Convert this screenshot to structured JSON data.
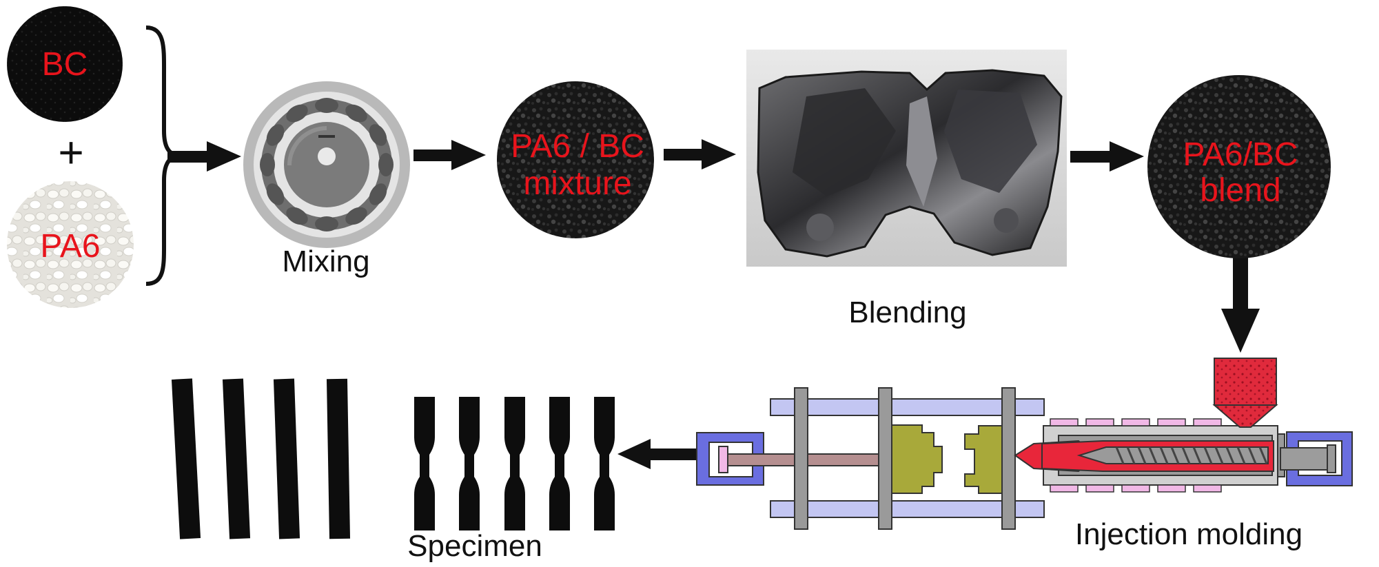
{
  "diagram": {
    "inputs": {
      "bc_label": "BC",
      "plus_sign": "+",
      "pa6_label": "PA6"
    },
    "steps": {
      "mixing_label": "Mixing",
      "mixture_line1": "PA6 / BC",
      "mixture_line2": "mixture",
      "blending_label": "Blending",
      "blend_line1": "PA6/BC",
      "blend_line2": "blend",
      "injection_label": "Injection molding",
      "specimen_label": "Specimen"
    },
    "colors": {
      "label_red": "#e8141c",
      "frame_blue": "#6a6ee0",
      "rail_blue": "#c3c6f2",
      "mold_olive": "#a8a93a",
      "melt_red": "#e8263a",
      "heater_pink": "#f1b8e6",
      "column_gray": "#9a9a9a",
      "specimen_black": "#0d0d0d"
    }
  }
}
